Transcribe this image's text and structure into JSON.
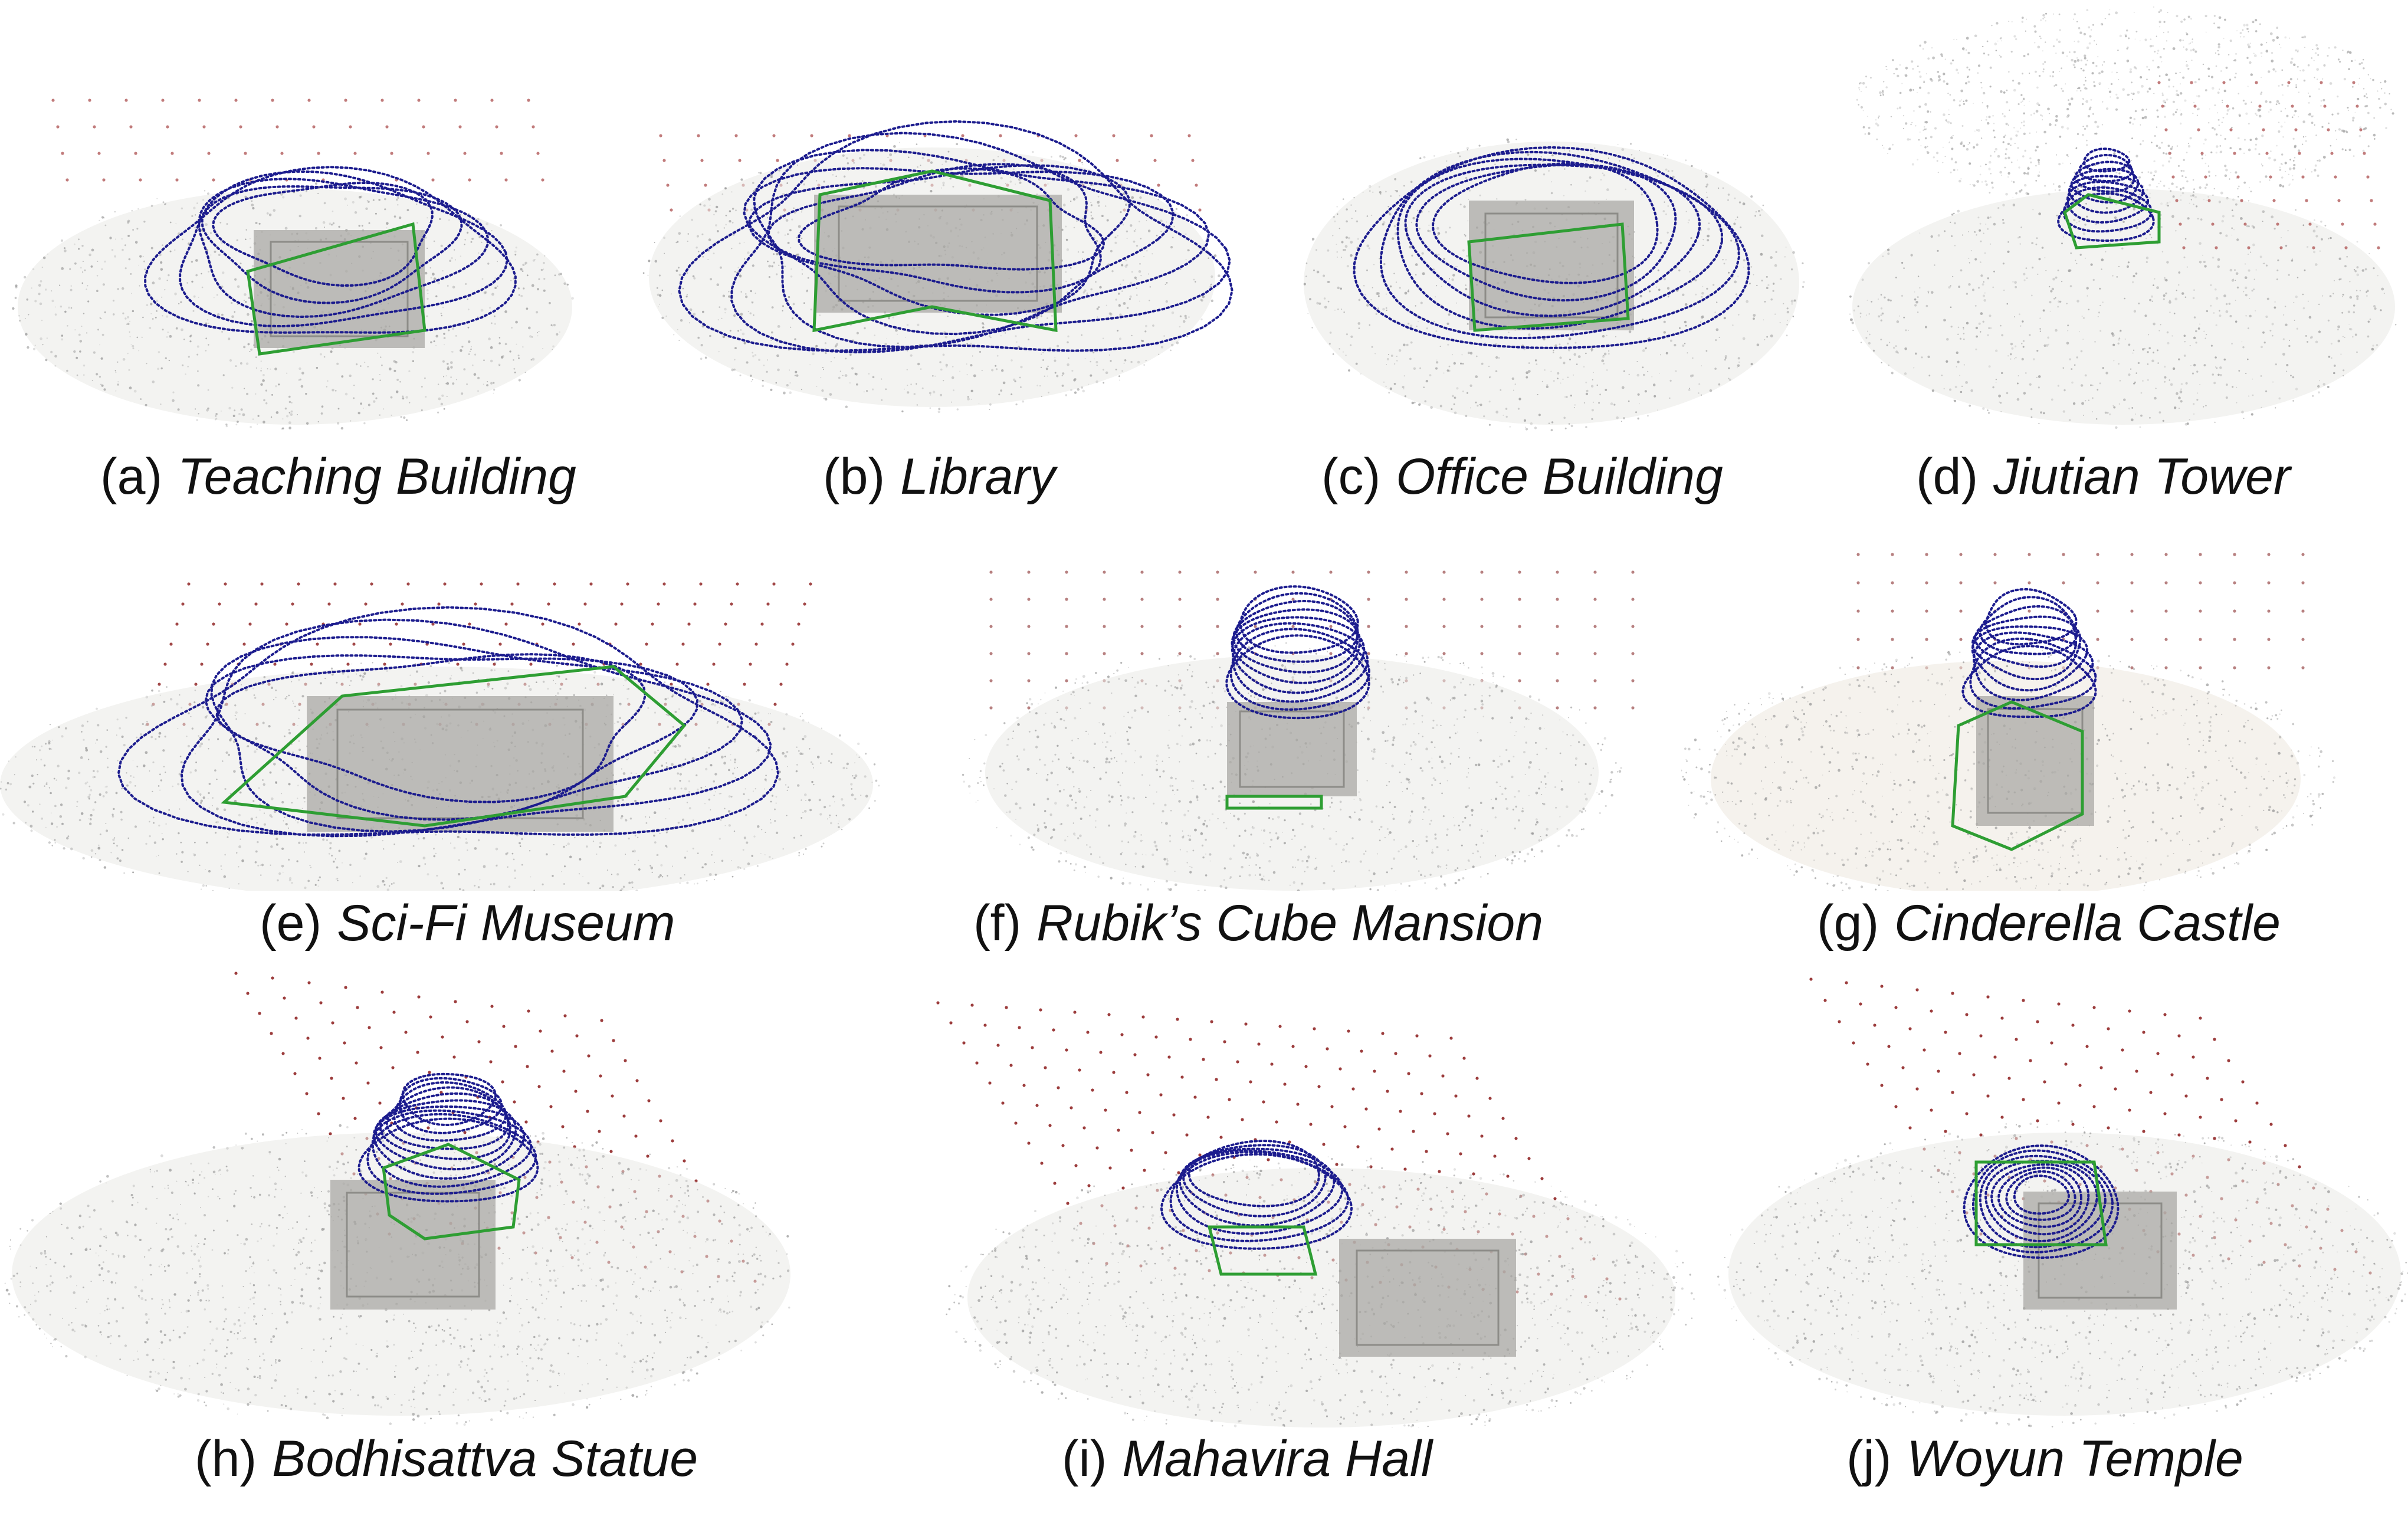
{
  "colors": {
    "trajectory": "#1c1c8e",
    "footprint": "#2e9e33",
    "camera_grid": "#8b1a1a",
    "point_cloud": "#9a9a9a",
    "terrain_light": "#e9e9e6",
    "terrain_mid": "#c9c9c4",
    "building": "#a9a8a4",
    "caption_text": "#111111"
  },
  "icons": {
    "trajectory": "dotted-loop-glyph",
    "footprint": "polyline-outline",
    "camera_grid": "dot-grid"
  },
  "panels": [
    {
      "id": "a",
      "letter": "(a)",
      "name": "Teaching Building"
    },
    {
      "id": "b",
      "letter": "(b)",
      "name": "Library"
    },
    {
      "id": "c",
      "letter": "(c)",
      "name": "Office Building"
    },
    {
      "id": "d",
      "letter": "(d)",
      "name": "Jiutian Tower"
    },
    {
      "id": "e",
      "letter": "(e)",
      "name": "Sci-Fi Museum"
    },
    {
      "id": "f",
      "letter": "(f)",
      "name": "Rubik’s Cube Mansion"
    },
    {
      "id": "g",
      "letter": "(g)",
      "name": "Cinderella Castle"
    },
    {
      "id": "h",
      "letter": "(h)",
      "name": "Bodhisattva Statue"
    },
    {
      "id": "i",
      "letter": "(i)",
      "name": "Mahavira Hall"
    },
    {
      "id": "j",
      "letter": "(j)",
      "name": "Woyun Temple"
    }
  ]
}
